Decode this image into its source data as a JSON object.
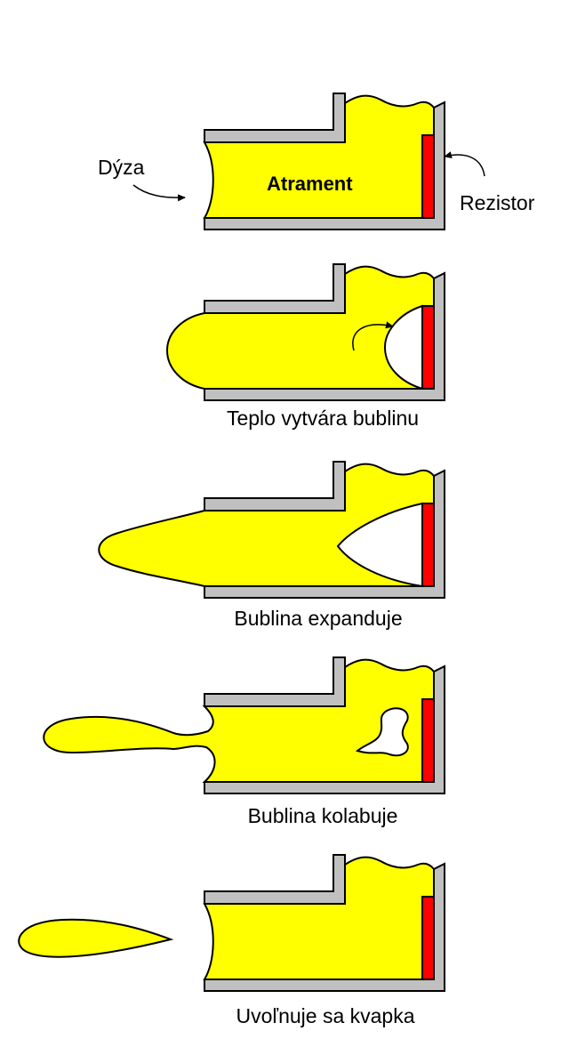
{
  "labels": {
    "nozzle": "Dýza",
    "ink": "Atrament",
    "resistor": "Rezistor"
  },
  "captions": [
    "Teplo vytvára bublinu",
    "Bublina expanduje",
    "Bublina kolabuje",
    "Uvoľnuje sa kvapka"
  ],
  "colors": {
    "ink": "#ffff00",
    "wall": "#c0c0c0",
    "resistor": "#ff0000",
    "outline": "#000000",
    "background": "#ffffff"
  }
}
